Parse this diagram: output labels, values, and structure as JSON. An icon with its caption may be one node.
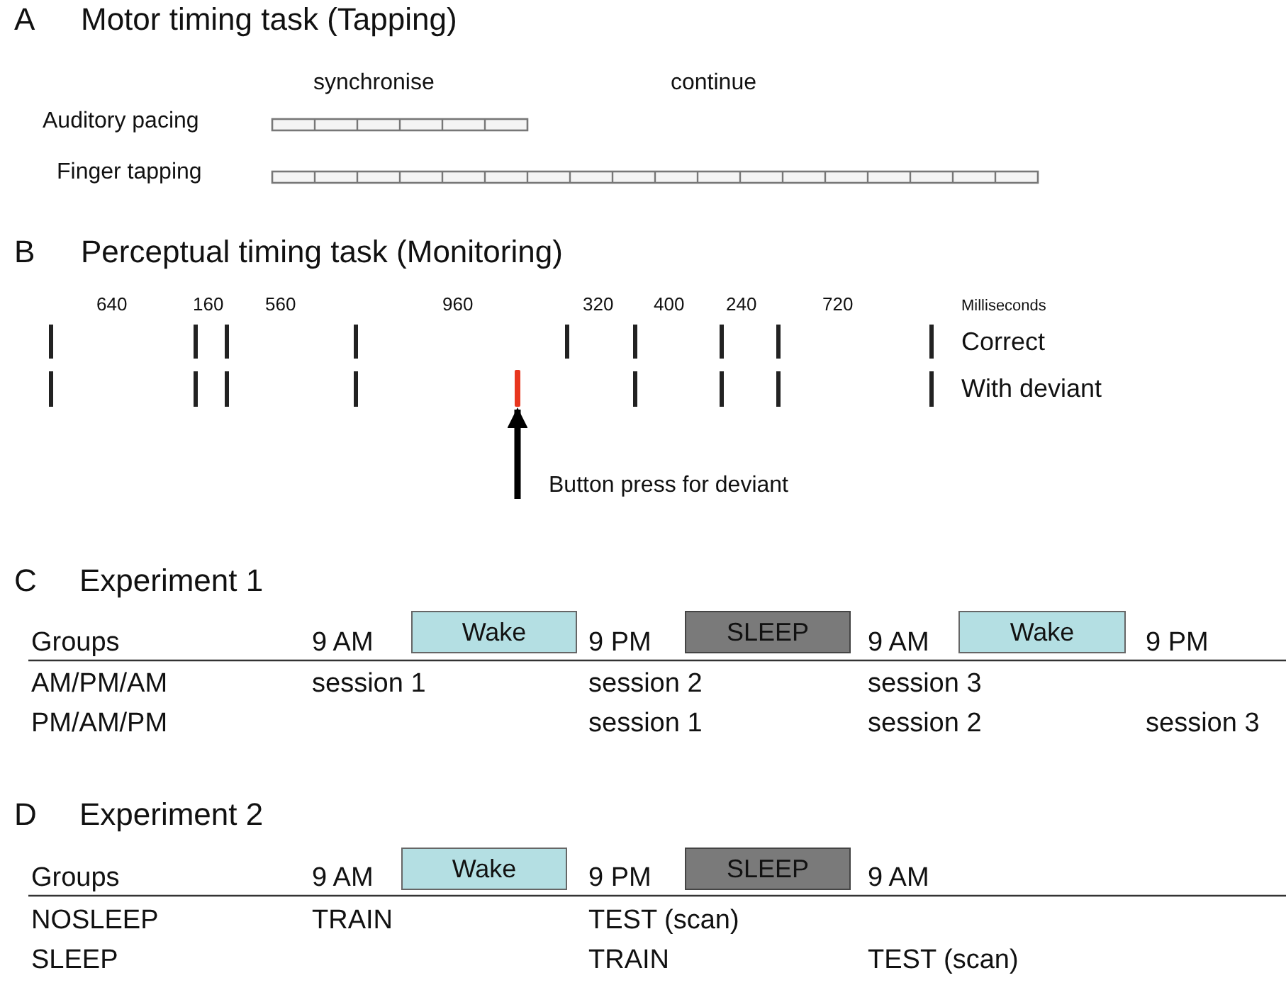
{
  "diagram": {
    "nodes": [
      {
        "text": [
          "Wake"
        ]
      },
      {
        "text": [
          "SLEEP"
        ]
      },
      {
        "text": [
          "Wake"
        ]
      },
      {
        "text": [
          "Wake"
        ]
      },
      {
        "text": [
          "SLEEP"
        ]
      },
      {
        "text": [],
        "shape": "bar"
      }
    ],
    "edges": [
      {
        "from": null,
        "to": 5,
        "arrow": "to"
      }
    ],
    "labels": [
      "A",
      "Motor timing task (Tapping)",
      "synchronise",
      "continue",
      "Auditory pacing",
      "Finger tapping",
      "B",
      "Perceptual timing task (Monitoring)",
      "640",
      "160",
      "560",
      "960",
      "320",
      "400",
      "240",
      "720",
      "Milliseconds",
      "Correct",
      "With deviant",
      "Button press for deviant",
      "C",
      "Experiment 1",
      "Groups",
      "9 AM",
      "9 PM",
      "9 AM",
      "9 PM",
      "AM/PM/AM",
      "session 1",
      "session 2",
      "session 3",
      "PM/AM/PM",
      "session 1",
      "session 2",
      "session 3",
      "D",
      "Experiment 2",
      "Groups",
      "9 AM",
      "9 PM",
      "9 AM",
      "NOSLEEP",
      "TRAIN",
      "TEST (scan)",
      "SLEEP",
      "TRAIN",
      "TEST (scan)"
    ]
  }
}
